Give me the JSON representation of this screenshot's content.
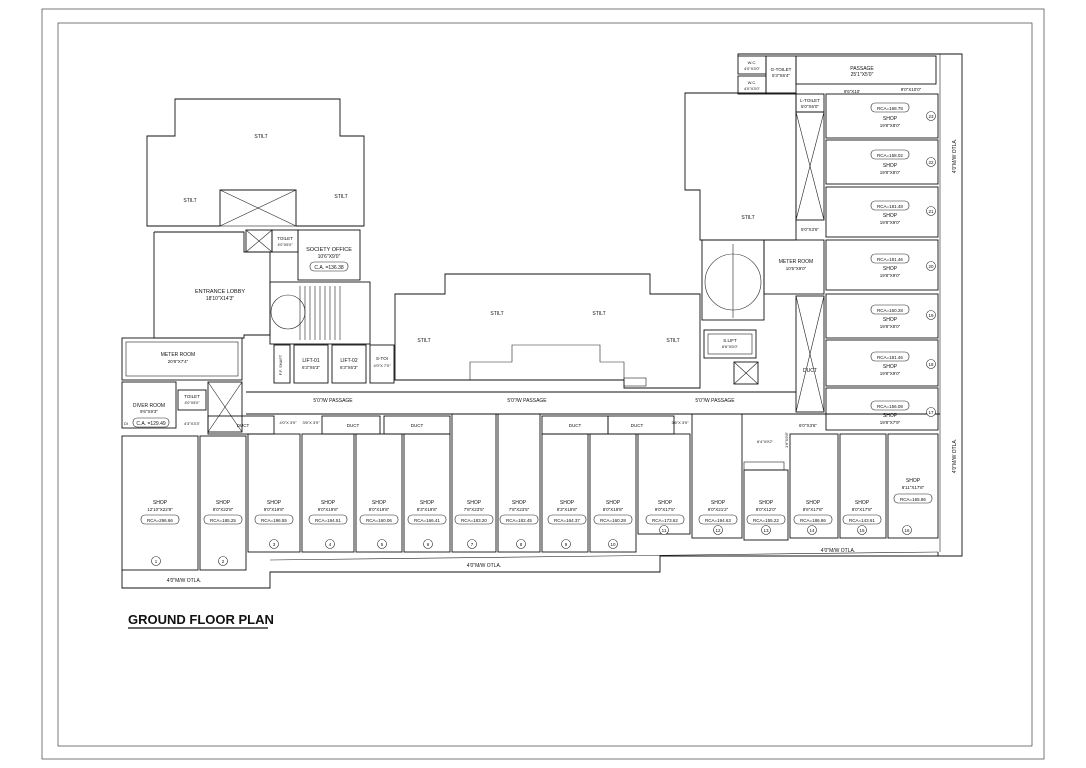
{
  "title": "GROUND FLOOR PLAN",
  "stilt_label": "STILT",
  "shop_label": "SHOP",
  "duct_label": "DUCT",
  "passage_label": "5'0\"/W PASSAGE",
  "otla_label": "4'0\"M/W OTLA.",
  "rooms": {
    "entrance_lobby": {
      "name": "ENTRANCE LOBBY",
      "size": "18'10\"X14'3\""
    },
    "society_office": {
      "name": "SOCIETY OFFICE",
      "size": "10'6\"X9'0\"",
      "area": "C.A. =136.38"
    },
    "toilet_office": {
      "name": "TOILET",
      "size": "4'0\"X5'0\""
    },
    "meter_room_left": {
      "name": "METER ROOM",
      "size": "20'8\"X7'4\""
    },
    "driver_room": {
      "name": "DIVER ROOM",
      "size": "9'6\"X9'3\"",
      "area": "C.A. =129.49"
    },
    "toilet_driver": {
      "name": "TOILET",
      "size": "4'0\"X5'0\""
    },
    "small_size": "4'3\"X3'3\"",
    "lift1": {
      "name": "LIFT-01",
      "size": "6'3\"X6'3\""
    },
    "lift2": {
      "name": "LIFT-02",
      "size": "6'3\"X6'3\""
    },
    "s_toilet": {
      "name": "S-TOI",
      "size": "4'0\"X 7'0\""
    },
    "ff_shaft": "F.F. SHAFT",
    "s_lift": {
      "name": "S.LIFT",
      "size": "6'6\"X5'0\""
    },
    "meter_room_right": {
      "name": "METER ROOM",
      "size": "10'6\"X9'0\""
    },
    "wc1": {
      "name": "W.C.",
      "size": "4'0\"X3'0\""
    },
    "wc2": {
      "name": "W.C.",
      "size": "4'0\"X3'0\""
    },
    "g_toilet": {
      "name": "G-TOILET",
      "size": "5'3\"X6'4\""
    },
    "l_toilet": {
      "name": "L-TOILET",
      "size": "5'0\"X6'0\""
    },
    "passage_top": {
      "name": "PASSAGE",
      "size": "25'1\"X5'0\""
    },
    "dim_9_6x10": "9'6\"X10'",
    "dim_9_0x10": "9'0\"X10'0\"",
    "dim_5x3_6": "5'0\"X3'6\"",
    "dim_6x3_6": "6'0\"X3'6\"",
    "dim_4x3_9": "4'0\"X 3'9\"",
    "dim_3_6x3_9": "3'6\"X 3'9\"",
    "dim_3_6x3_9b": "3'6\"X 3'9\"",
    "dim_6_4x9_2": "6'4\"X9'2\"",
    "dim_1_6x9_8": "1'6\"X9'8\"",
    "di_label": "DI",
    "stilt_small": "STILT",
    "duct_small": "DUCT"
  },
  "shops_bottom": [
    {
      "size": "12'10\"X22'8\"",
      "rca": "RCA=296.66",
      "num": "1"
    },
    {
      "size": "8'0\"X22'8\"",
      "rca": "RCA=185.25",
      "num": "2"
    },
    {
      "size": "9'0\"X19'8\"",
      "rca": "RCA=196.55",
      "num": "3"
    },
    {
      "size": "9'0\"X19'8\"",
      "rca": "RCA=194.51",
      "num": "4"
    },
    {
      "size": "8'0\"X19'8\"",
      "rca": "RCA=160.06",
      "num": "5"
    },
    {
      "size": "8'3\"X19'8\"",
      "rca": "RCA=166.41",
      "num": "6"
    },
    {
      "size": "7'8\"X23'5\"",
      "rca": "RCA=183.20",
      "num": "7"
    },
    {
      "size": "7'8\"X23'5\"",
      "rca": "RCA=182.45",
      "num": "8"
    },
    {
      "size": "8'3\"X19'8\"",
      "rca": "RCA=164.37",
      "num": "9"
    },
    {
      "size": "8'0\"X19'8\"",
      "rca": "RCA=160.28",
      "num": "10"
    },
    {
      "size": "9'0\"X17'5\"",
      "rca": "RCA=173.62",
      "num": "11"
    },
    {
      "size": "9'0\"X21'2\"",
      "rca": "RCA=194.63",
      "num": "12"
    },
    {
      "size": "8'0\"X12'0\"",
      "rca": "RCA=155.22",
      "num": "13"
    },
    {
      "size": "8'6\"X17'8\"",
      "rca": "RCA=186.86",
      "num": "14"
    },
    {
      "size": "8'0\"X17'8\"",
      "rca": "RCA=143.61",
      "num": "15"
    },
    {
      "size": "8'11\"X17'8\"",
      "rca": "RCA=165.86",
      "num": "16"
    }
  ],
  "shops_right": [
    {
      "size": "19'8\"X8'0\"",
      "rca": "RCA=168.78",
      "num": "23"
    },
    {
      "size": "19'8\"X8'0\"",
      "rca": "RCA=158.02",
      "num": "22"
    },
    {
      "size": "19'8\"X9'0\"",
      "rca": "RCA=181.48",
      "num": "21"
    },
    {
      "size": "19'8\"X9'0\"",
      "rca": "RCA=181.46",
      "num": "20"
    },
    {
      "size": "19'8\"X8'0\"",
      "rca": "RCA=160.28",
      "num": "19"
    },
    {
      "size": "19'8\"X9'0\"",
      "rca": "RCA=181.46",
      "num": "18"
    },
    {
      "size": "19'8\"X7'9\"",
      "rca": "RCA=156.08",
      "num": "17"
    }
  ]
}
